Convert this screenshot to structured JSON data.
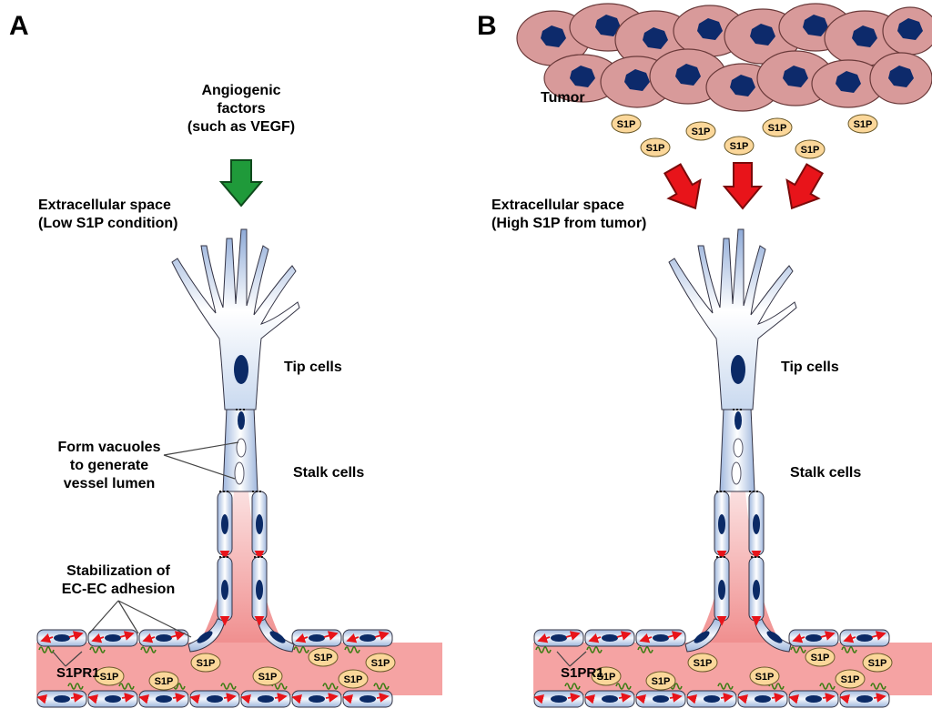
{
  "panels": {
    "a": {
      "letter": "A",
      "factors": [
        "Angiogenic",
        "factors",
        "(such as VEGF)"
      ],
      "space": [
        "Extracellular space",
        "(Low S1P condition)"
      ],
      "tip": "Tip cells",
      "stalk": "Stalk cells",
      "vacuoles": [
        "Form vacuoles",
        "to generate",
        "vessel lumen"
      ],
      "stabilization": [
        "Stabilization of",
        "EC-EC adhesion"
      ],
      "receptor": "S1PR1"
    },
    "b": {
      "letter": "B",
      "tumor": "Tumor",
      "space": [
        "Extracellular space",
        "(High S1P from tumor)"
      ],
      "tip": "Tip cells",
      "stalk": "Stalk cells",
      "receptor": "S1PR1"
    }
  },
  "molecule": "S1P",
  "colors": {
    "vessel_lumen": "#f5a3a3",
    "endothelial_cell": "#c9d9ef",
    "nucleus": "#0b2a66",
    "tumor_cell": "#d89a9a",
    "tumor_nucleus": "#0d2a6b",
    "s1p_fill": "#fbd79a",
    "vegf_arrow": "#1f9a3a",
    "tumor_arrow": "#e8141a",
    "receptor": "#3d7d14"
  }
}
